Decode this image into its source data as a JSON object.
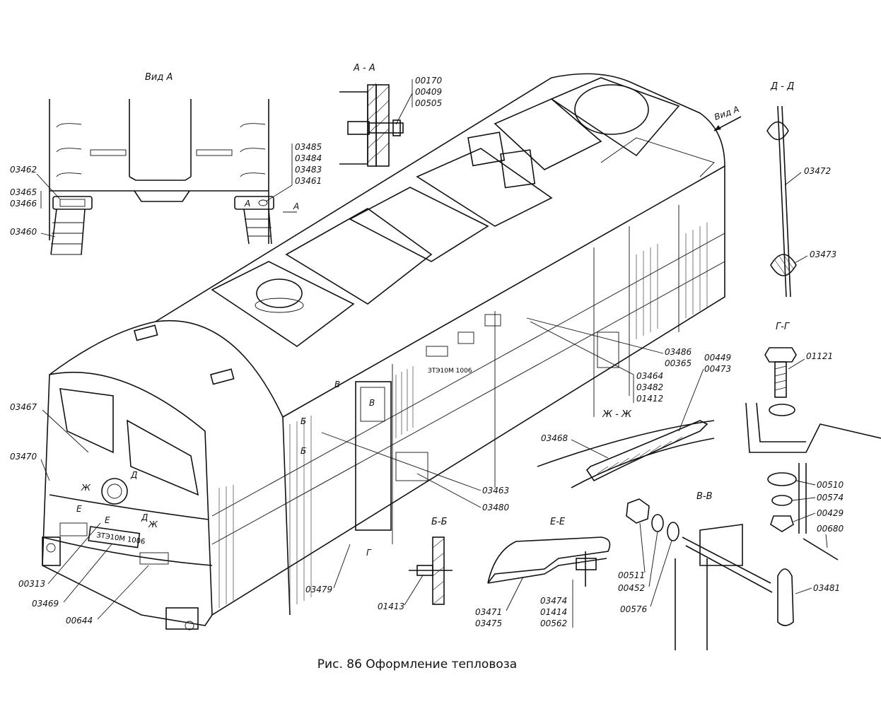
{
  "caption": "Рис. 86 Оформление тепловоза",
  "section_titles": {
    "vid_a": "Вид А",
    "a_a": "А - А",
    "d_d": "Д - Д",
    "g_g": "Г-Г",
    "zh_zh": "Ж - Ж",
    "v_v": "В-В",
    "b_b": "Б-Б",
    "e_e": "Е-Е",
    "vid_a_arrow": "Вид А"
  },
  "part_numbers": {
    "p03485": "03485",
    "p03484": "03484",
    "p03483": "03483",
    "p03461": "03461",
    "p03462": "03462",
    "p03465": "03465",
    "p03466": "03466",
    "p03460": "03460",
    "p00170": "00170",
    "p00409": "00409",
    "p00505": "00505",
    "p03472": "03472",
    "p03473": "03473",
    "p03486": "03486",
    "p00365": "00365",
    "p00449": "00449",
    "p00473": "00473",
    "p03464": "03464",
    "p03482": "03482",
    "p01412": "01412",
    "p01121": "01121",
    "p03467": "03467",
    "p03470": "03470",
    "p03468": "03468",
    "p03463": "03463",
    "p03480": "03480",
    "p00510": "00510",
    "p00574": "00574",
    "p00429": "00429",
    "p00680": "00680",
    "p00313": "00313",
    "p03469": "03469",
    "p00644": "00644",
    "p03479": "03479",
    "p01413": "01413",
    "p03471": "03471",
    "p03475": "03475",
    "p03474": "03474",
    "p01414": "01414",
    "p00562": "00562",
    "p00511": "00511",
    "p00452": "00452",
    "p00576": "00576",
    "p03481": "03481"
  },
  "view_markers": {
    "a": "А",
    "b": "Б",
    "v": "В",
    "g": "Г",
    "d": "Д",
    "e": "Е",
    "zh": "Ж"
  },
  "plate_text": "ЗТЭ10М 1006"
}
